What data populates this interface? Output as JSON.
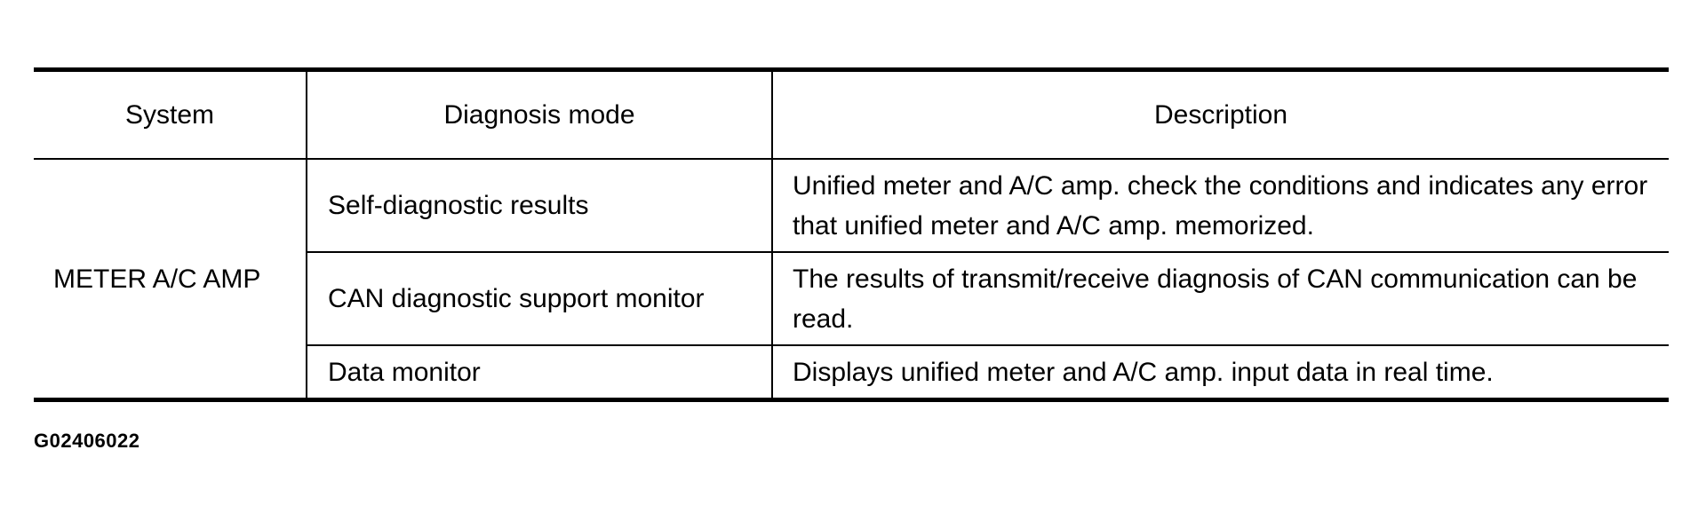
{
  "table": {
    "headers": {
      "system": "System",
      "mode": "Diagnosis mode",
      "description": "Description"
    },
    "system": "METER A/C AMP",
    "rows": [
      {
        "mode": "Self-diagnostic results",
        "description": "Unified meter and A/C amp. check the conditions and indicates any error that unified meter and A/C amp. memorized."
      },
      {
        "mode": "CAN diagnostic support monitor",
        "description": "The results of transmit/receive diagnosis of CAN communication can be read."
      },
      {
        "mode": "Data monitor",
        "description": "Displays unified meter and A/C amp. input data in real time."
      }
    ]
  },
  "figure_code": "G02406022"
}
